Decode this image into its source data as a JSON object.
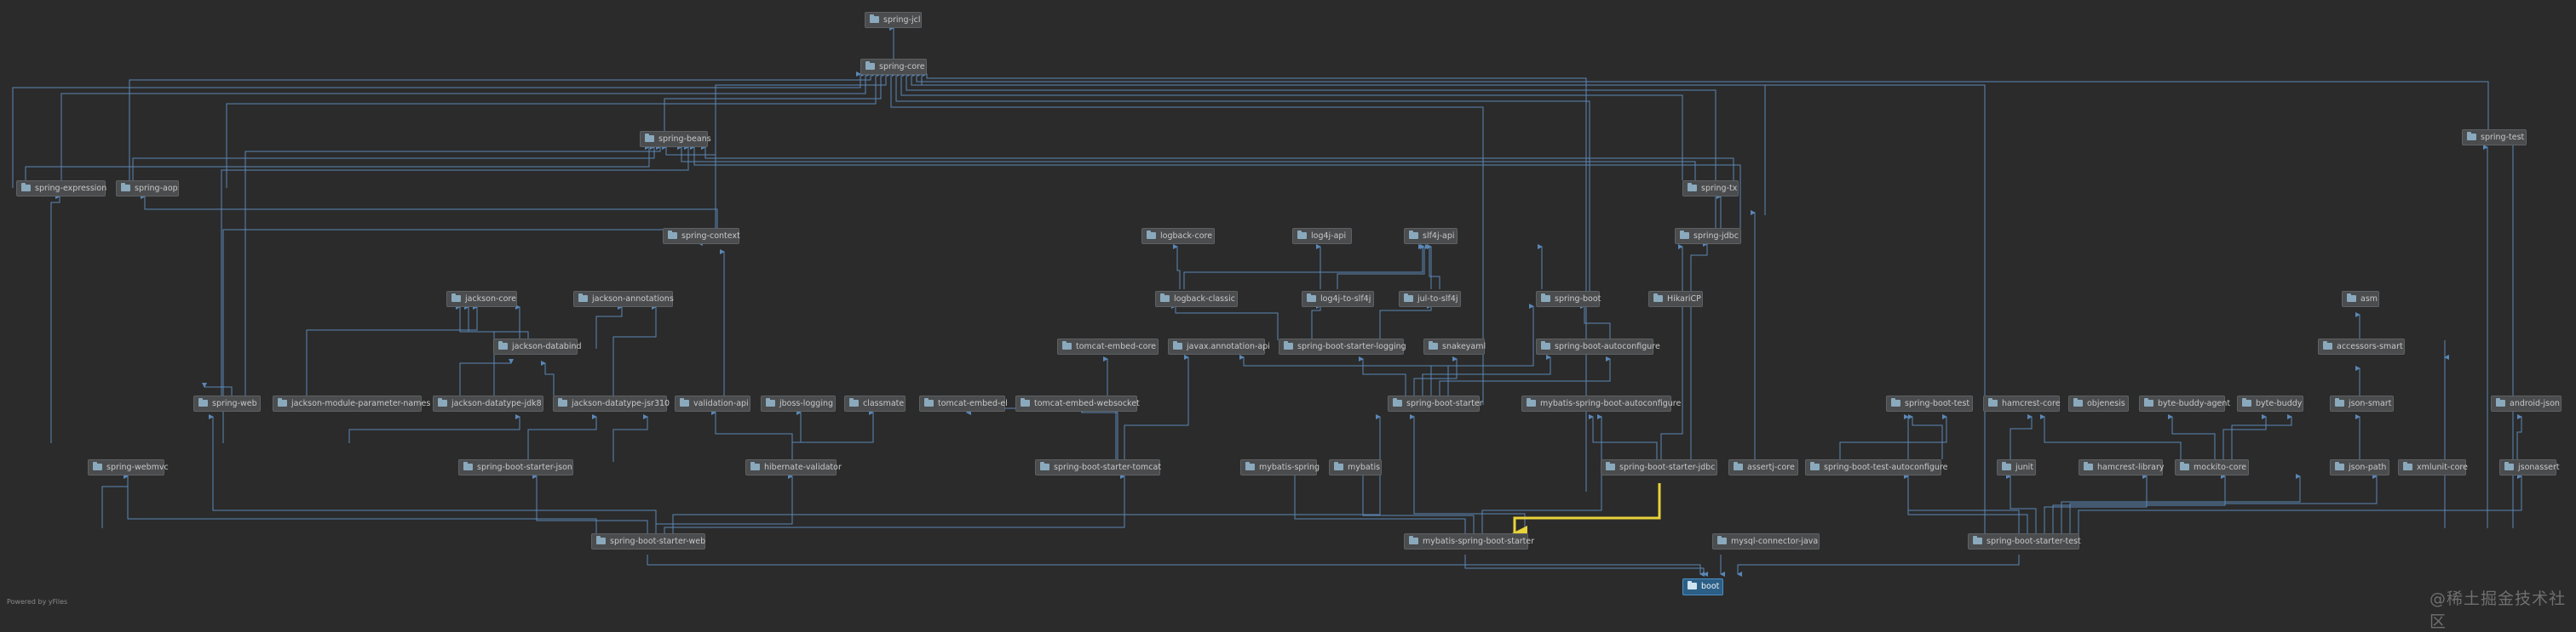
{
  "footer_text": "Powered by yFiles",
  "watermark_text": "@稀土掘金技术社区",
  "colors": {
    "edge": "#5b87b6",
    "highlight": "#e8d33a",
    "node": "#4a4c4e",
    "root": "#2c5f86"
  },
  "nodes": {
    "spring_jcl": "spring-jcl",
    "spring_core": "spring-core",
    "spring_beans": "spring-beans",
    "spring_expression": "spring-expression",
    "spring_aop": "spring-aop",
    "spring_tx": "spring-tx",
    "spring_context": "spring-context",
    "spring_jdbc": "spring-jdbc",
    "spring_test": "spring-test",
    "logback_core": "logback-core",
    "log4j_api": "log4j-api",
    "slf4j_api": "slf4j-api",
    "logback_classic": "logback-classic",
    "log4j_to_slf4j": "log4j-to-slf4j",
    "jul_to_slf4j": "jul-to-slf4j",
    "spring_boot": "spring-boot",
    "hikaricp": "HikariCP",
    "jackson_core": "jackson-core",
    "jackson_annotations": "jackson-annotations",
    "jackson_databind": "jackson-databind",
    "tomcat_embed_core": "tomcat-embed-core",
    "javax_annotation_api": "javax.annotation-api",
    "spring_boot_starter_logging": "spring-boot-starter-logging",
    "snakeyaml": "snakeyaml",
    "spring_boot_autoconfigure": "spring-boot-autoconfigure",
    "asm": "asm",
    "accessors_smart": "accessors-smart",
    "spring_web": "spring-web",
    "jackson_module_parameter_names": "jackson-module-parameter-names",
    "jackson_datatype_jdk8": "jackson-datatype-jdk8",
    "jackson_datatype_jsr310": "jackson-datatype-jsr310",
    "validation_api": "validation-api",
    "jboss_logging": "jboss-logging",
    "classmate": "classmate",
    "tomcat_embed_el": "tomcat-embed-el",
    "tomcat_embed_websocket": "tomcat-embed-websocket",
    "spring_boot_starter": "spring-boot-starter",
    "mybatis_spring_boot_autoconfigure": "mybatis-spring-boot-autoconfigure",
    "spring_boot_test": "spring-boot-test",
    "hamcrest_core": "hamcrest-core",
    "objenesis": "objenesis",
    "byte_buddy_agent": "byte-buddy-agent",
    "byte_buddy": "byte-buddy",
    "json_smart": "json-smart",
    "android_json": "android-json",
    "spring_webmvc": "spring-webmvc",
    "spring_boot_starter_json": "spring-boot-starter-json",
    "hibernate_validator": "hibernate-validator",
    "spring_boot_starter_tomcat": "spring-boot-starter-tomcat",
    "mybatis_spring": "mybatis-spring",
    "mybatis": "mybatis",
    "spring_boot_starter_jdbc": "spring-boot-starter-jdbc",
    "assertj_core": "assertj-core",
    "spring_boot_test_autoconfigure": "spring-boot-test-autoconfigure",
    "junit": "junit",
    "hamcrest_library": "hamcrest-library",
    "mockito_core": "mockito-core",
    "json_path": "json-path",
    "xmlunit_core": "xmlunit-core",
    "jsonassert": "jsonassert",
    "spring_boot_starter_web": "spring-boot-starter-web",
    "mybatis_spring_boot_starter": "mybatis-spring-boot-starter",
    "mysql_connector_java": "mysql-connector-java",
    "spring_boot_starter_test": "spring-boot-starter-test",
    "boot": "boot"
  }
}
